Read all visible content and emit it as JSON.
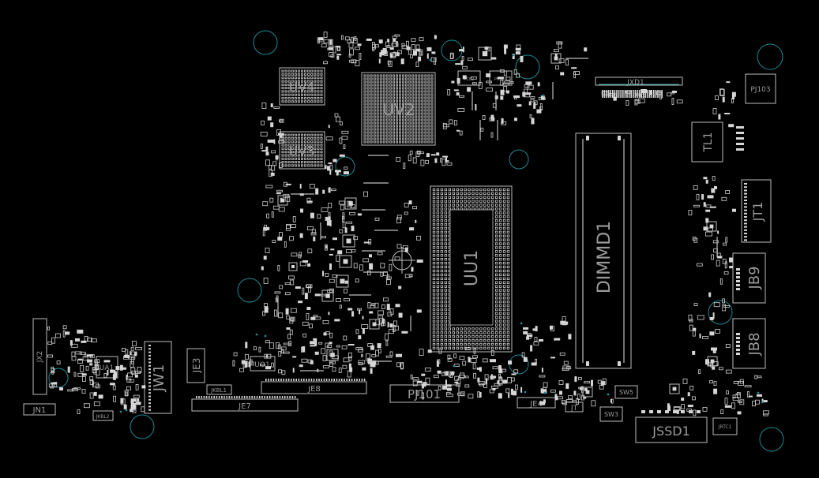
{
  "labels": {
    "uv4": "UV4",
    "uv2": "UV2",
    "uv3": "UV3",
    "jxd1": "JXD1",
    "pj103": "PJ103",
    "tl1": "TL1",
    "jt1": "JT1",
    "jb9": "JB9",
    "jb8": "JB8",
    "dimmd1": "DIMMD1",
    "uu1": "UU1",
    "jx2": "JX2",
    "ua1": "UA1",
    "jw1": "JW1",
    "je3": "JE3",
    "jkbl1": "JKBL1",
    "je7": "JE7",
    "je8": "JE8",
    "uo1": "UO1",
    "jn1": "JN1",
    "jkbl2": "JKBL2",
    "pj101": "PJ101",
    "je4": "JE4",
    "jt": "JT",
    "sw5": "SW5",
    "sw3": "SW3",
    "jssd1": "JSSD1",
    "jrtc1": "JRTC1",
    "pcb2": "PCB2",
    "pr207": "PR207"
  },
  "colors": {
    "background": "#000000",
    "outline": "#bdbdbd",
    "label": "#9a9a9a",
    "mounting_hole": "#1f8a95"
  }
}
